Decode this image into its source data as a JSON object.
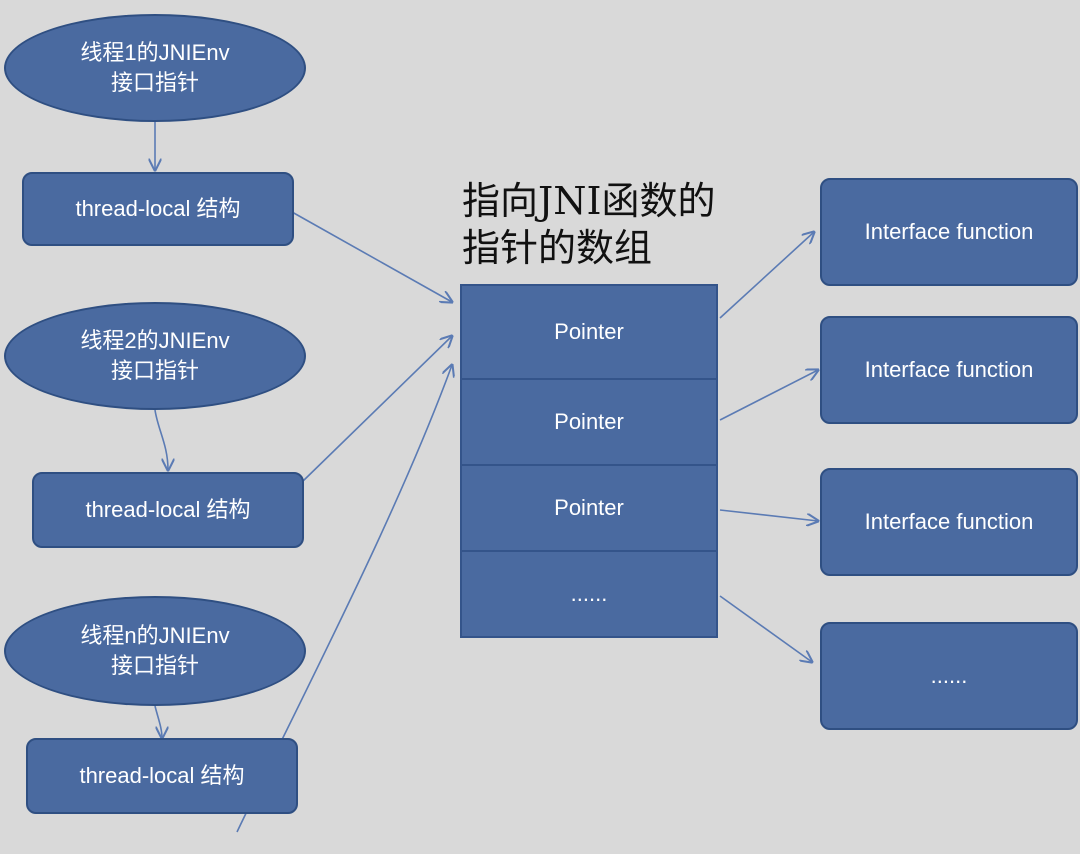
{
  "title_lines": [
    "指向JNI函数的",
    "指针的数组"
  ],
  "threads": [
    {
      "env_line1": "线程1的JNIEnv",
      "env_line2": "接口指针",
      "local": "thread-local 结构"
    },
    {
      "env_line1": "线程2的JNIEnv",
      "env_line2": "接口指针",
      "local": "thread-local 结构"
    },
    {
      "env_line1": "线程n的JNIEnv",
      "env_line2": "接口指针",
      "local": "thread-local 结构"
    }
  ],
  "pointers": [
    "Pointer",
    "Pointer",
    "Pointer",
    "......"
  ],
  "functions": [
    "Interface function",
    "Interface function",
    "Interface function",
    "......"
  ],
  "colors": {
    "node_fill": "#4a6aa0",
    "node_border": "#2f4f82",
    "arrow": "#5b7bb4",
    "background": "#d9d9d9"
  }
}
